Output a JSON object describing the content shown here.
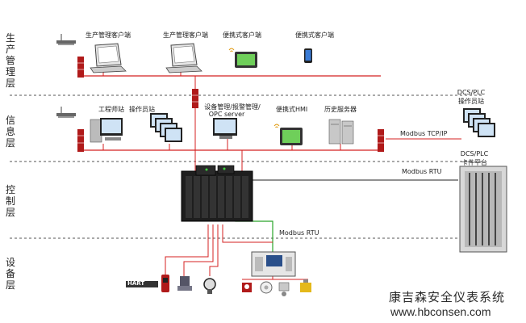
{
  "layers": {
    "production": "生产管理层",
    "information": "信息层",
    "control": "控制层",
    "device": "设备层"
  },
  "production": {
    "client1": "生产管理客户端",
    "client2": "生产管理客户端",
    "mobile1": "便携式客户端",
    "mobile2": "便携式客户端"
  },
  "information": {
    "eng_station": "工程师站",
    "operator_station": "操作员站",
    "device_mgmt_line1": "设备管理/报警管理/",
    "device_mgmt_line2": "OPC server",
    "portable_hmi": "便携式HMI",
    "history_server": "历史服务器",
    "dcs_plc_ops_line1": "DCS/PLC",
    "dcs_plc_ops_line2": "操作员站",
    "modbus_tcp": "Modbus TCP/IP"
  },
  "control": {
    "modbus_rtu": "Modbus RTU",
    "dcs_plc_cab_line1": "DCS/PLC",
    "dcs_plc_cab_line2": "卡件平台"
  },
  "device": {
    "modbus_rtu": "Modbus RTU",
    "hart": "HART"
  },
  "brand": {
    "name_cn": "康吉森安全仪表系统",
    "url": "www.hbconsen.com"
  },
  "colors": {
    "network_red": "#d42020",
    "line_black": "#222222",
    "line_green": "#2aa52a",
    "firewall": "#b01a1a",
    "dash": "#555555"
  }
}
